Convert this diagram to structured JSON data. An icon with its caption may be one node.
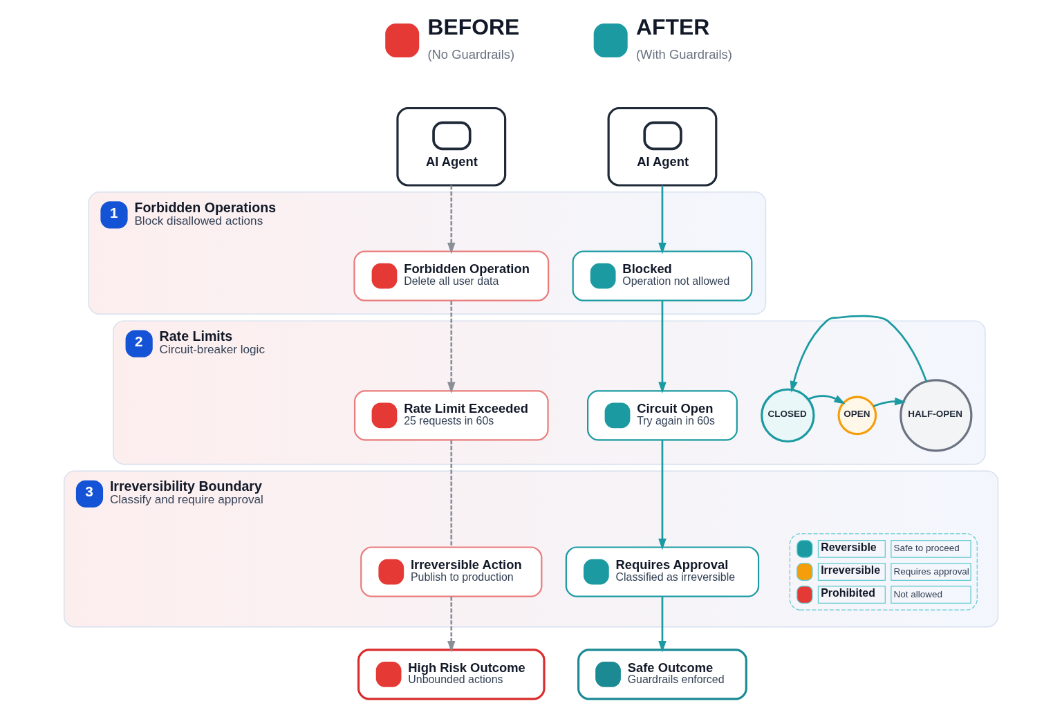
{
  "diagram": {
    "nodes": [
      {
        "text": [
          "AI Agent"
        ]
      },
      {
        "text": [
          "AI Agent"
        ]
      },
      {
        "text": [
          "1",
          "Forbidden Operations",
          "Block disallowed actions"
        ]
      },
      {
        "text": [
          "Forbidden Operation",
          "Delete all user data"
        ],
        "in": 2
      },
      {
        "text": [
          "Blocked",
          "Operation not allowed"
        ],
        "in": 2
      },
      {
        "text": [
          "2",
          "Rate Limits",
          "Circuit-breaker logic"
        ]
      },
      {
        "text": [
          "Rate Limit Exceeded",
          "25 requests in 60s"
        ],
        "in": 5
      },
      {
        "text": [
          "Circuit Open",
          "Try again in 60s"
        ],
        "in": 5
      },
      {
        "text": [
          "CLOSED"
        ],
        "in": 5
      },
      {
        "text": [
          "OPEN"
        ],
        "in": 5
      },
      {
        "text": [
          "HALF-OPEN"
        ],
        "in": 5
      },
      {
        "text": [
          "3",
          "Irreversibility Boundary",
          "Classify and require approval"
        ]
      },
      {
        "text": [
          "Irreversible Action",
          "Publish to production"
        ],
        "in": 11
      },
      {
        "text": [
          "Requires Approval",
          "Classified as irreversible"
        ],
        "in": 11
      },
      {
        "text": [
          "High Risk Outcome",
          "Unbounded actions"
        ]
      },
      {
        "text": [
          "Safe Outcome",
          "Guardrails enforced"
        ]
      }
    ],
    "edges": [
      {
        "from": 0,
        "to": 3,
        "arrow": "to",
        "style": "dashed",
        "color": "#8a8f98"
      },
      {
        "from": 1,
        "to": 4,
        "arrow": "to"
      },
      {
        "from": 3,
        "to": 6,
        "arrow": "to",
        "style": "dashed",
        "color": "#8a8f98"
      },
      {
        "from": 4,
        "to": 7,
        "arrow": "to"
      },
      {
        "from": 8,
        "to": 9,
        "arrow": "to"
      },
      {
        "from": 9,
        "to": 10,
        "arrow": "to"
      },
      {
        "from": 10,
        "to": 8,
        "arrow": "to"
      },
      {
        "from": 6,
        "to": 12,
        "arrow": "none",
        "style": "dashed",
        "color": "#8a8f98"
      },
      {
        "from": 7,
        "to": 13,
        "arrow": "to"
      },
      {
        "from": 12,
        "to": 14,
        "arrow": "to",
        "style": "dashed",
        "color": "#8a8f98"
      },
      {
        "from": 13,
        "to": 15,
        "arrow": "to"
      }
    ],
    "labels": [
      "BEFORE",
      "(No Guardrails)",
      "AFTER",
      "(With Guardrails)",
      "Safe to proceed",
      "Requires approval",
      "Not allowed"
    ],
    "legend": [
      {
        "text": "Reversible"
      },
      {
        "text": "Irreversible"
      },
      {
        "text": "Prohibited"
      }
    ]
  }
}
